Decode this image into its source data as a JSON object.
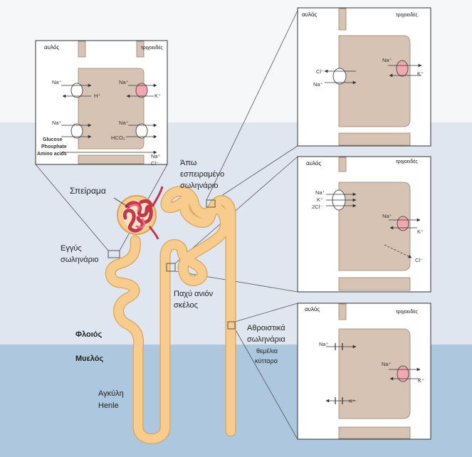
{
  "colors": {
    "cortex_band": "#dfe6ef",
    "medulla_band": "#adc7df",
    "tubule_fill": "#f7cc8d",
    "tubule_edge": "#d9a35c",
    "cell_fill": "#d7c3b3",
    "cell_edge": "#9e8370",
    "glomerulus": "#d94a61",
    "pump_red": "#f3a7b1",
    "panel_border": "#333333"
  },
  "labels": {
    "glomerulus": "Σπείραμα",
    "proximal_line1": "Εγγύς",
    "proximal_line2": "σωληνάριο",
    "distal_line1": "Άπω",
    "distal_line2": "εσπειραμένο",
    "distal_line3": "σωληνάριο",
    "thick_line1": "Παχύ ανιόν",
    "thick_line2": "σκέλος",
    "collecting_line1": "Αθροιστικά",
    "collecting_line2": "σωληνάρια",
    "basal_line1": "θεμέλια",
    "basal_line2": "κύτταρα",
    "cortex": "Φλοιός",
    "medulla": "Μυελός",
    "henle_line1": "Αγκύλη",
    "henle_line2": "Henle"
  },
  "panels": {
    "proximal": {
      "lumen": "αυλός",
      "capillary": "τριχοειδές",
      "na1": "Na⁺",
      "h": "H⁺",
      "na2": "Na⁺",
      "k1": "K⁺",
      "na3": "Na⁺",
      "na4": "Na⁺",
      "hco3": "HCO₃⁻",
      "solute1": "Glucose",
      "solute2": "Phosphate",
      "solute3": "Amino acids",
      "na5": "Na⁺",
      "cl": "Cl⁻"
    },
    "distal": {
      "lumen": "αυλός",
      "capillary": "τριχοειδές",
      "cl": "Cl⁻",
      "na1": "Na⁺",
      "na2": "Na⁺",
      "k": "K⁺"
    },
    "thick": {
      "lumen": "αυλός",
      "capillary": "τριχοειδές",
      "na1": "Na⁺",
      "k1": "K⁺",
      "cl2": "2Cl⁻",
      "na2": "Na⁺",
      "k2": "K⁺",
      "cl": "Cl⁻"
    },
    "collecting": {
      "lumen": "αυλός",
      "capillary": "τριχοειδές",
      "na1": "Na⁺",
      "na2": "Na⁺",
      "k1": "K⁺",
      "k2": "K⁺"
    }
  }
}
